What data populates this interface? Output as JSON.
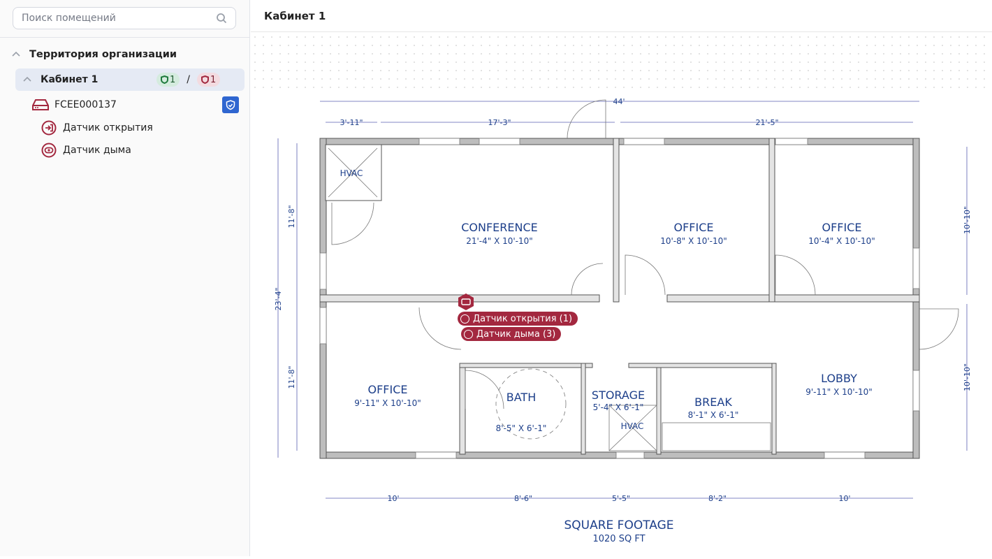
{
  "sidebar": {
    "search_placeholder": "Поиск помещений",
    "tree": {
      "root_label": "Территория организации",
      "room": {
        "label": "Кабинет 1",
        "ok_count": "1",
        "separator": "/",
        "alarm_count": "1"
      },
      "device": {
        "label": "FCEE000137"
      },
      "sensors": [
        {
          "label": "Датчик открытия"
        },
        {
          "label": "Датчик дыма"
        }
      ]
    }
  },
  "header": {
    "title": "Кабинет 1"
  },
  "plan": {
    "markers": [
      {
        "label": "Датчик открытия (1)"
      },
      {
        "label": "Датчик дыма (3)"
      }
    ],
    "rooms": [
      {
        "name": "CONFERENCE",
        "size": "21'-4\" X 10'-10\""
      },
      {
        "name": "OFFICE",
        "size": "10'-8\" X 10'-10\""
      },
      {
        "name": "OFFICE",
        "size": "10'-4\" X 10'-10\""
      },
      {
        "name": "OFFICE",
        "size": "9'-11\" X 10'-10\""
      },
      {
        "name": "BATH",
        "size": "8'-5\" X 6'-1\""
      },
      {
        "name": "STORAGE",
        "size": "5'-4\" X 6'-1\""
      },
      {
        "name": "BREAK",
        "size": "8'-1\" X 6'-1\""
      },
      {
        "name": "LOBBY",
        "size": "9'-11\" X 10'-10\""
      }
    ],
    "hvac": [
      "HVAC",
      "HVAC"
    ],
    "dims_top": [
      "44'",
      "3'-11\"",
      "17'-3\"",
      "21'-5\""
    ],
    "dims_bottom": [
      "10'",
      "8'-6\"",
      "5'-5\"",
      "8'-2\"",
      "10'"
    ],
    "dims_left": [
      "11'-8\"",
      "23'-4\"",
      "11'-8\""
    ],
    "dims_right": [
      "10'-10\"",
      "10'-10\""
    ],
    "footer_title": "SQUARE FOOTAGE",
    "footer_value": "1020 SQ FT"
  },
  "colors": {
    "ok": "#1e7a3c",
    "alarm": "#a3283f",
    "accent": "#2f66d0",
    "plan_text": "#1d3f8a"
  }
}
